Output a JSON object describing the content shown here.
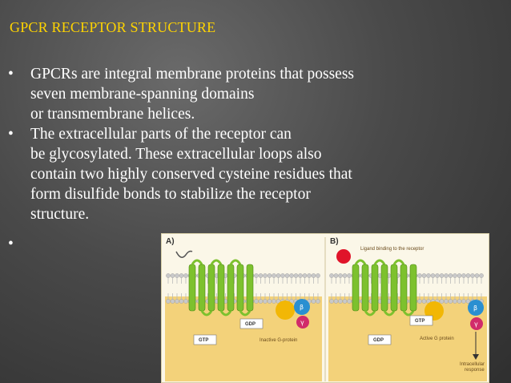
{
  "title": "GPCR  RECEPTOR  STRUCTURE",
  "bullets": [
    {
      "marker": "•",
      "lines": [
        "GPCRs are integral membrane proteins that possess",
        "seven membrane-spanning domains",
        "or transmembrane helices."
      ]
    },
    {
      "marker": "•",
      "lines": [
        "The extracellular parts of the receptor can",
        "be glycosylated. These extracellular loops also",
        "contain two highly conserved cysteine residues that",
        "form disulfide bonds to stabilize the receptor",
        "structure."
      ]
    },
    {
      "marker": "•",
      "lines": []
    }
  ],
  "figure": {
    "panel_a": {
      "label": "A)",
      "gdp": "GDP",
      "gtp": "GTP",
      "caption": "Inactive G-protein",
      "beta": "β",
      "gamma": "γ"
    },
    "panel_b": {
      "label": "B)",
      "header": "Ligand binding to the receptor",
      "gtp": "GTP",
      "gdp": "GDP",
      "caption": "Active G protein",
      "response_line1": "Intracellular",
      "response_line2": "response",
      "beta": "β",
      "gamma": "γ"
    },
    "colors": {
      "title": "#ffd400",
      "helix": "#7dc12e",
      "membrane_head": "#c9c9c9",
      "cytoplasm": "#f3d27a",
      "alpha": "#f2b705",
      "beta": "#2a8fd1",
      "gamma": "#d12b6a",
      "ligand": "#e0142a"
    }
  }
}
